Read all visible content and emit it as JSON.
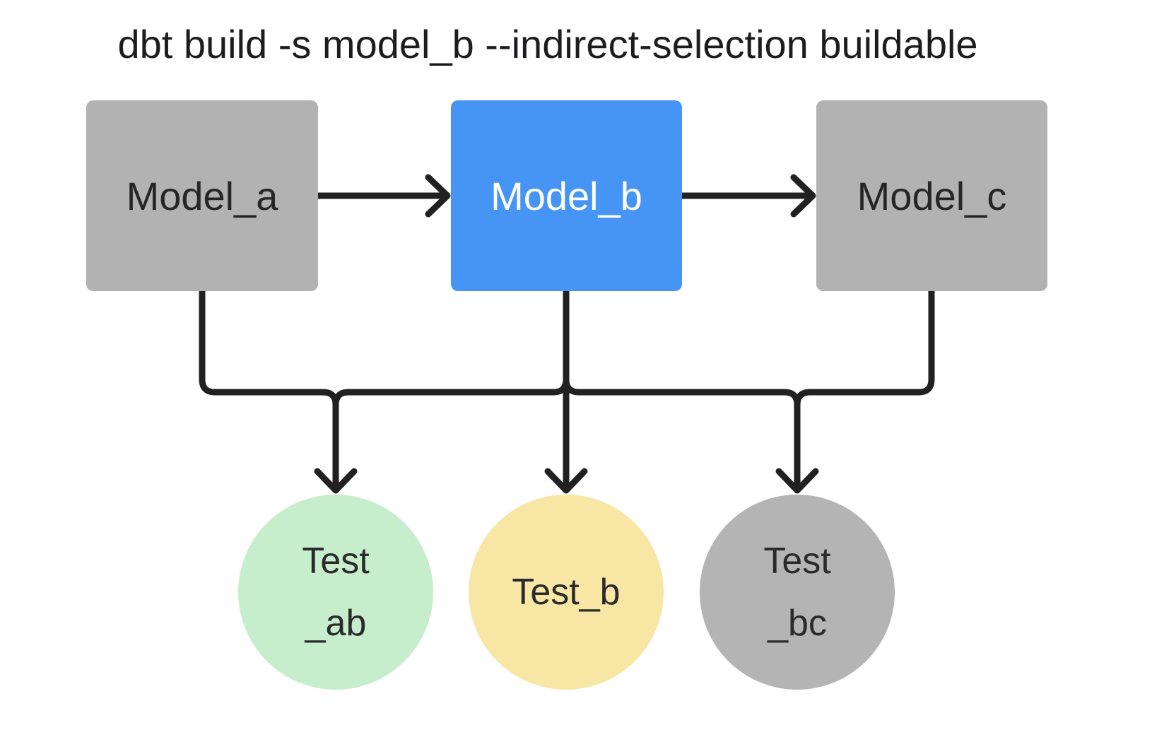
{
  "title": "dbt build -s model_b --indirect-selection buildable",
  "colors": {
    "background": "#ffffff",
    "edge": "#212121",
    "model_gray": "#b2b2b2",
    "model_selected_blue": "#4695f4",
    "test_green": "#c6edcc",
    "test_yellow": "#f8e6a4",
    "test_gray": "#b4b4b4"
  },
  "nodes": {
    "model_a": {
      "label": "Model_a",
      "fill": "#b2b2b2"
    },
    "model_b": {
      "label": "Model_b",
      "fill": "#4695f4"
    },
    "model_c": {
      "label": "Model_c",
      "fill": "#b2b2b2"
    },
    "test_ab": {
      "line1": "Test",
      "line2": "_ab",
      "fill": "#c6edcc"
    },
    "test_b": {
      "line1": "Test_b",
      "fill": "#f8e6a4"
    },
    "test_bc": {
      "line1": "Test",
      "line2": "_bc",
      "fill": "#b4b4b4"
    }
  },
  "edges": {
    "stroke": "#212121",
    "list": [
      {
        "from": "model_a",
        "to": "model_b"
      },
      {
        "from": "model_b",
        "to": "model_c"
      },
      {
        "from": "model_a",
        "to": "test_ab"
      },
      {
        "from": "model_b",
        "to": "test_ab"
      },
      {
        "from": "model_b",
        "to": "test_b"
      },
      {
        "from": "model_b",
        "to": "test_bc"
      },
      {
        "from": "model_c",
        "to": "test_bc"
      }
    ]
  }
}
